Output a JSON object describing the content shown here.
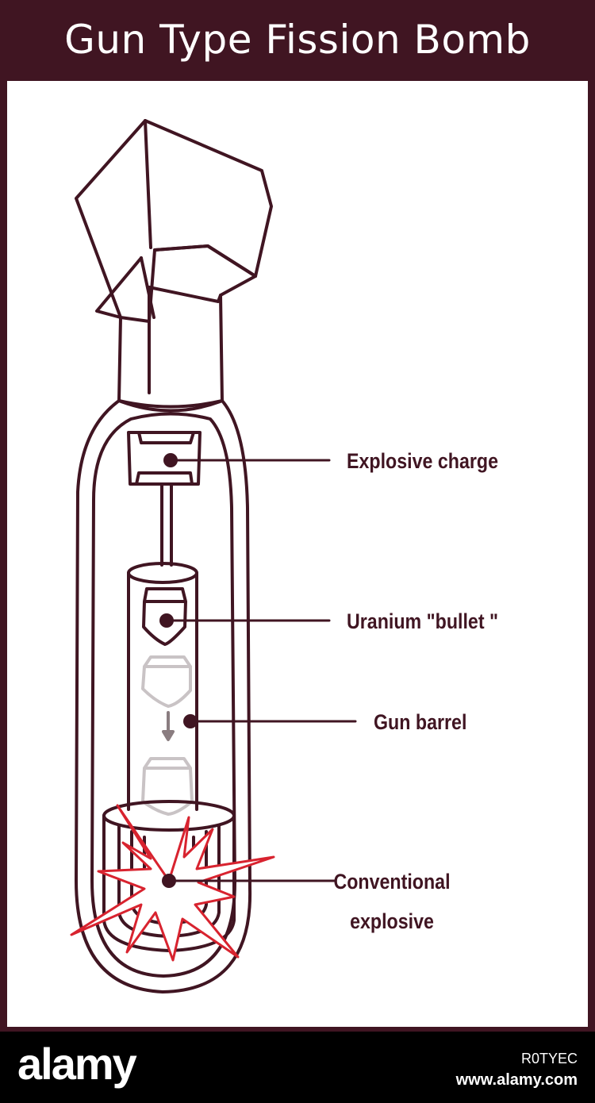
{
  "title": "Gun Type Fission Bomb",
  "labels": {
    "explosive_charge": "Explosive charge",
    "uranium_bullet": "Uranium \"bullet \"",
    "gun_barrel": "Gun barrel",
    "conventional_explosive_line1": "Conventional",
    "conventional_explosive_line2": "explosive"
  },
  "footer": {
    "brand": "alamy",
    "image_id": "R0TYEC",
    "site": "www.alamy.com"
  },
  "colors": {
    "frame": "#401522",
    "outline": "#401522",
    "burst": "#d8232f",
    "ghost": "#c9c3c5"
  }
}
